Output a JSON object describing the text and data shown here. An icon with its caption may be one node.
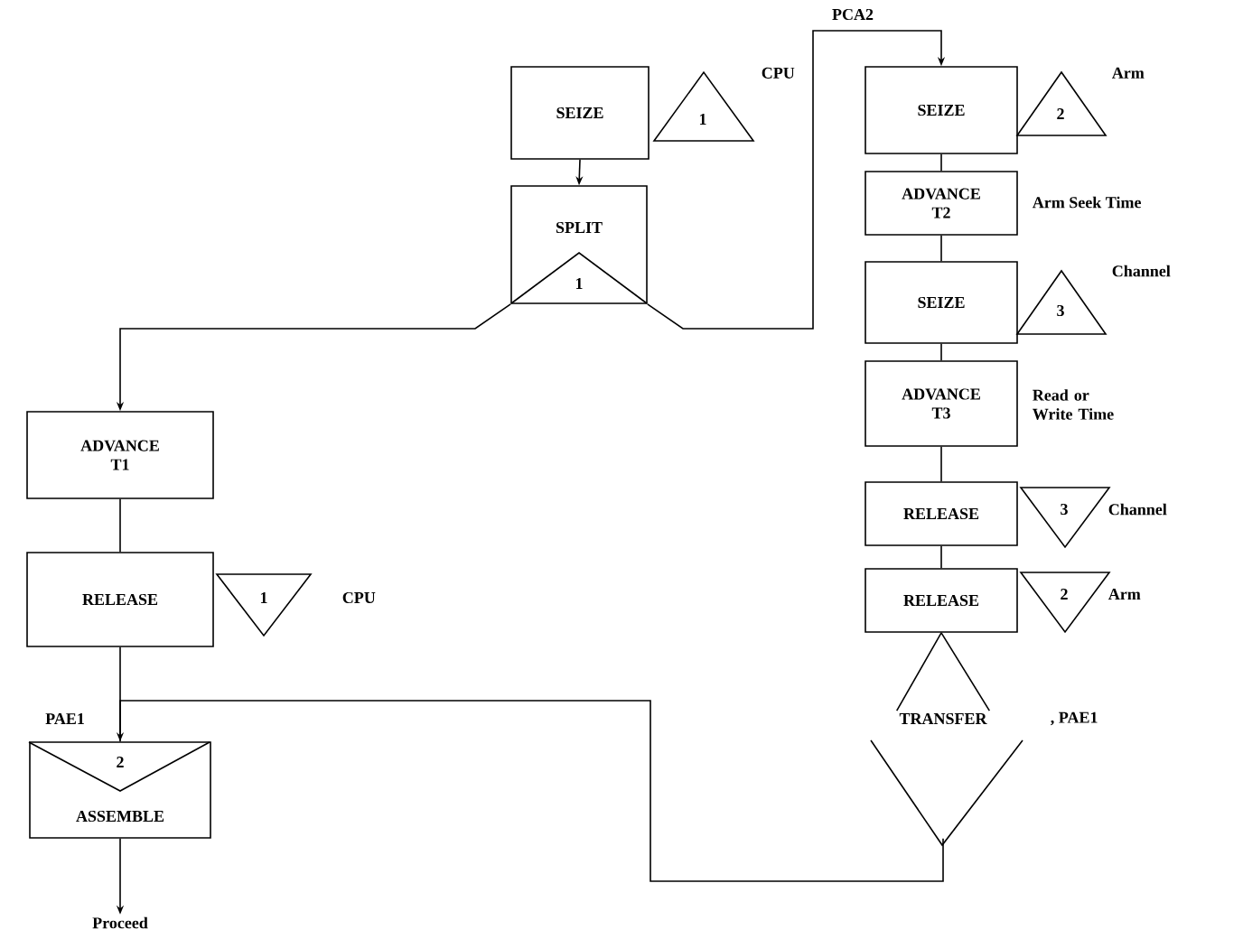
{
  "diagram": {
    "nodes": [
      {
        "text": [
          "SEIZE",
          "1"
        ],
        "beside": [
          "CPU"
        ]
      },
      {
        "text": [
          "SPLIT",
          "1"
        ]
      },
      {
        "text": [
          "SEIZE",
          "2"
        ],
        "beside": [
          "Arm"
        ]
      },
      {
        "text": [
          "ADVANCE T2"
        ],
        "beside": [
          "Arm Seek Time"
        ]
      },
      {
        "text": [
          "SEIZE",
          "3"
        ],
        "beside": [
          "Channel"
        ]
      },
      {
        "text": [
          "ADVANCE T3"
        ],
        "beside": [
          "Read or Write Time"
        ]
      },
      {
        "text": [
          "RELEASE",
          "3"
        ],
        "beside": [
          "Channel"
        ]
      },
      {
        "text": [
          "RELEASE",
          "2"
        ],
        "beside": [
          "Arm"
        ]
      },
      {
        "text": [
          "TRANSFER"
        ],
        "beside": [
          ", PAE1"
        ]
      },
      {
        "text": [
          "ADVANCE T1"
        ]
      },
      {
        "text": [
          "RELEASE",
          "1"
        ],
        "beside": [
          "CPU"
        ]
      },
      {
        "text": [
          "2",
          "ASSEMBLE"
        ],
        "beside": [
          "PAE1"
        ]
      },
      {
        "text": [
          "Proceed"
        ]
      }
    ],
    "edges": [
      {
        "from": 0,
        "to": 1,
        "arrow": "to"
      },
      {
        "from": 1,
        "to": 9,
        "arrow": "to"
      },
      {
        "from": 1,
        "to": 2,
        "arrow": "to",
        "label": "PCA2"
      },
      {
        "from": 2,
        "to": 3,
        "arrow": "none"
      },
      {
        "from": 3,
        "to": 4,
        "arrow": "none"
      },
      {
        "from": 4,
        "to": 5,
        "arrow": "none"
      },
      {
        "from": 5,
        "to": 6,
        "arrow": "none"
      },
      {
        "from": 6,
        "to": 7,
        "arrow": "none"
      },
      {
        "from": 7,
        "to": 8,
        "arrow": "none"
      },
      {
        "from": 8,
        "to": 11,
        "arrow": "to"
      },
      {
        "from": 9,
        "to": 10,
        "arrow": "none"
      },
      {
        "from": 10,
        "to": 11,
        "arrow": "none"
      },
      {
        "from": 11,
        "to": 12,
        "arrow": "to"
      }
    ]
  }
}
